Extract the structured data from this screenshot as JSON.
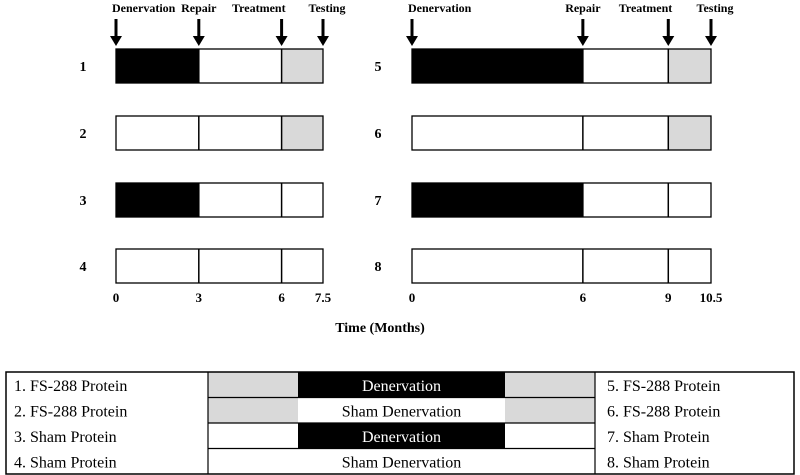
{
  "timeline": {
    "axis_title": "Time (Months)",
    "panels": [
      {
        "events": [
          {
            "label": "Denervation",
            "month": 0
          },
          {
            "label": "Repair",
            "month": 3
          },
          {
            "label": "Treatment",
            "month": 6
          },
          {
            "label": "Testing",
            "month": 7.5
          }
        ],
        "ticks": [
          "0",
          "3",
          "6",
          "7.5"
        ],
        "max_month": 7.5,
        "groups": [
          {
            "label": "1",
            "denervated": true,
            "fs288": true
          },
          {
            "label": "2",
            "denervated": false,
            "fs288": true
          },
          {
            "label": "3",
            "denervated": true,
            "fs288": false
          },
          {
            "label": "4",
            "denervated": false,
            "fs288": false
          }
        ]
      },
      {
        "events": [
          {
            "label": "Denervation",
            "month": 0
          },
          {
            "label": "Repair",
            "month": 6
          },
          {
            "label": "Treatment",
            "month": 9
          },
          {
            "label": "Testing",
            "month": 10.5
          }
        ],
        "ticks": [
          "0",
          "6",
          "9",
          "10.5"
        ],
        "max_month": 10.5,
        "groups": [
          {
            "label": "5",
            "denervated": true,
            "fs288": true
          },
          {
            "label": "6",
            "denervated": false,
            "fs288": true
          },
          {
            "label": "7",
            "denervated": true,
            "fs288": false
          },
          {
            "label": "8",
            "denervated": false,
            "fs288": false
          }
        ]
      }
    ]
  },
  "legend": {
    "rows": [
      {
        "left": "1. FS-288 Protein",
        "middle": "Denervation",
        "right": "5. FS-288 Protein",
        "treatment_fill": "gray",
        "denervation_fill": "black"
      },
      {
        "left": "2. FS-288 Protein",
        "middle": "Sham Denervation",
        "right": "6. FS-288 Protein",
        "treatment_fill": "gray",
        "denervation_fill": "white"
      },
      {
        "left": "3. Sham Protein",
        "middle": "Denervation",
        "right": "7. Sham Protein",
        "treatment_fill": "white",
        "denervation_fill": "black"
      },
      {
        "left": "4. Sham Protein",
        "middle": "Sham Denervation",
        "right": "8. Sham Protein",
        "treatment_fill": "white",
        "denervation_fill": "white"
      }
    ]
  },
  "colors": {
    "denervation": "#000000",
    "fs288": "#d9d9d9",
    "sham": "#ffffff",
    "outline": "#000000"
  }
}
